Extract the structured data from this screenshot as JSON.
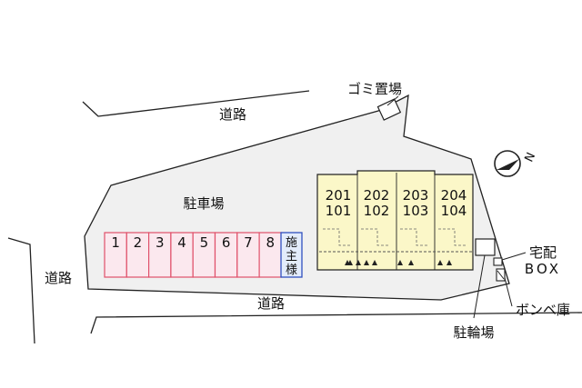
{
  "labels": {
    "road_top": "道路",
    "road_left": "道路",
    "road_bottom": "道路",
    "parking_lot": "駐車場",
    "garbage": "ゴミ置場",
    "delivery_box_1": "宅配",
    "delivery_box_2": "BOX",
    "gas_cylinder": "ボンベ庫",
    "bicycle_parking": "駐輪場",
    "owner_space": [
      "施",
      "主",
      "様"
    ]
  },
  "parking_slots": [
    "1",
    "2",
    "3",
    "4",
    "5",
    "6",
    "7",
    "8"
  ],
  "units": [
    {
      "upper": "201",
      "lower": "101"
    },
    {
      "upper": "202",
      "lower": "102"
    },
    {
      "upper": "203",
      "lower": "103"
    },
    {
      "upper": "204",
      "lower": "104"
    }
  ],
  "compass": {
    "letter": "N"
  },
  "colors": {
    "site_fill": "#f0f0f0",
    "slot_fill": "#fbe8ee",
    "slot_stroke": "#e0506a",
    "owner_fill": "#e3ecfb",
    "owner_stroke": "#3050c0",
    "building_fill": "#fbf7c8",
    "line": "#222222"
  }
}
